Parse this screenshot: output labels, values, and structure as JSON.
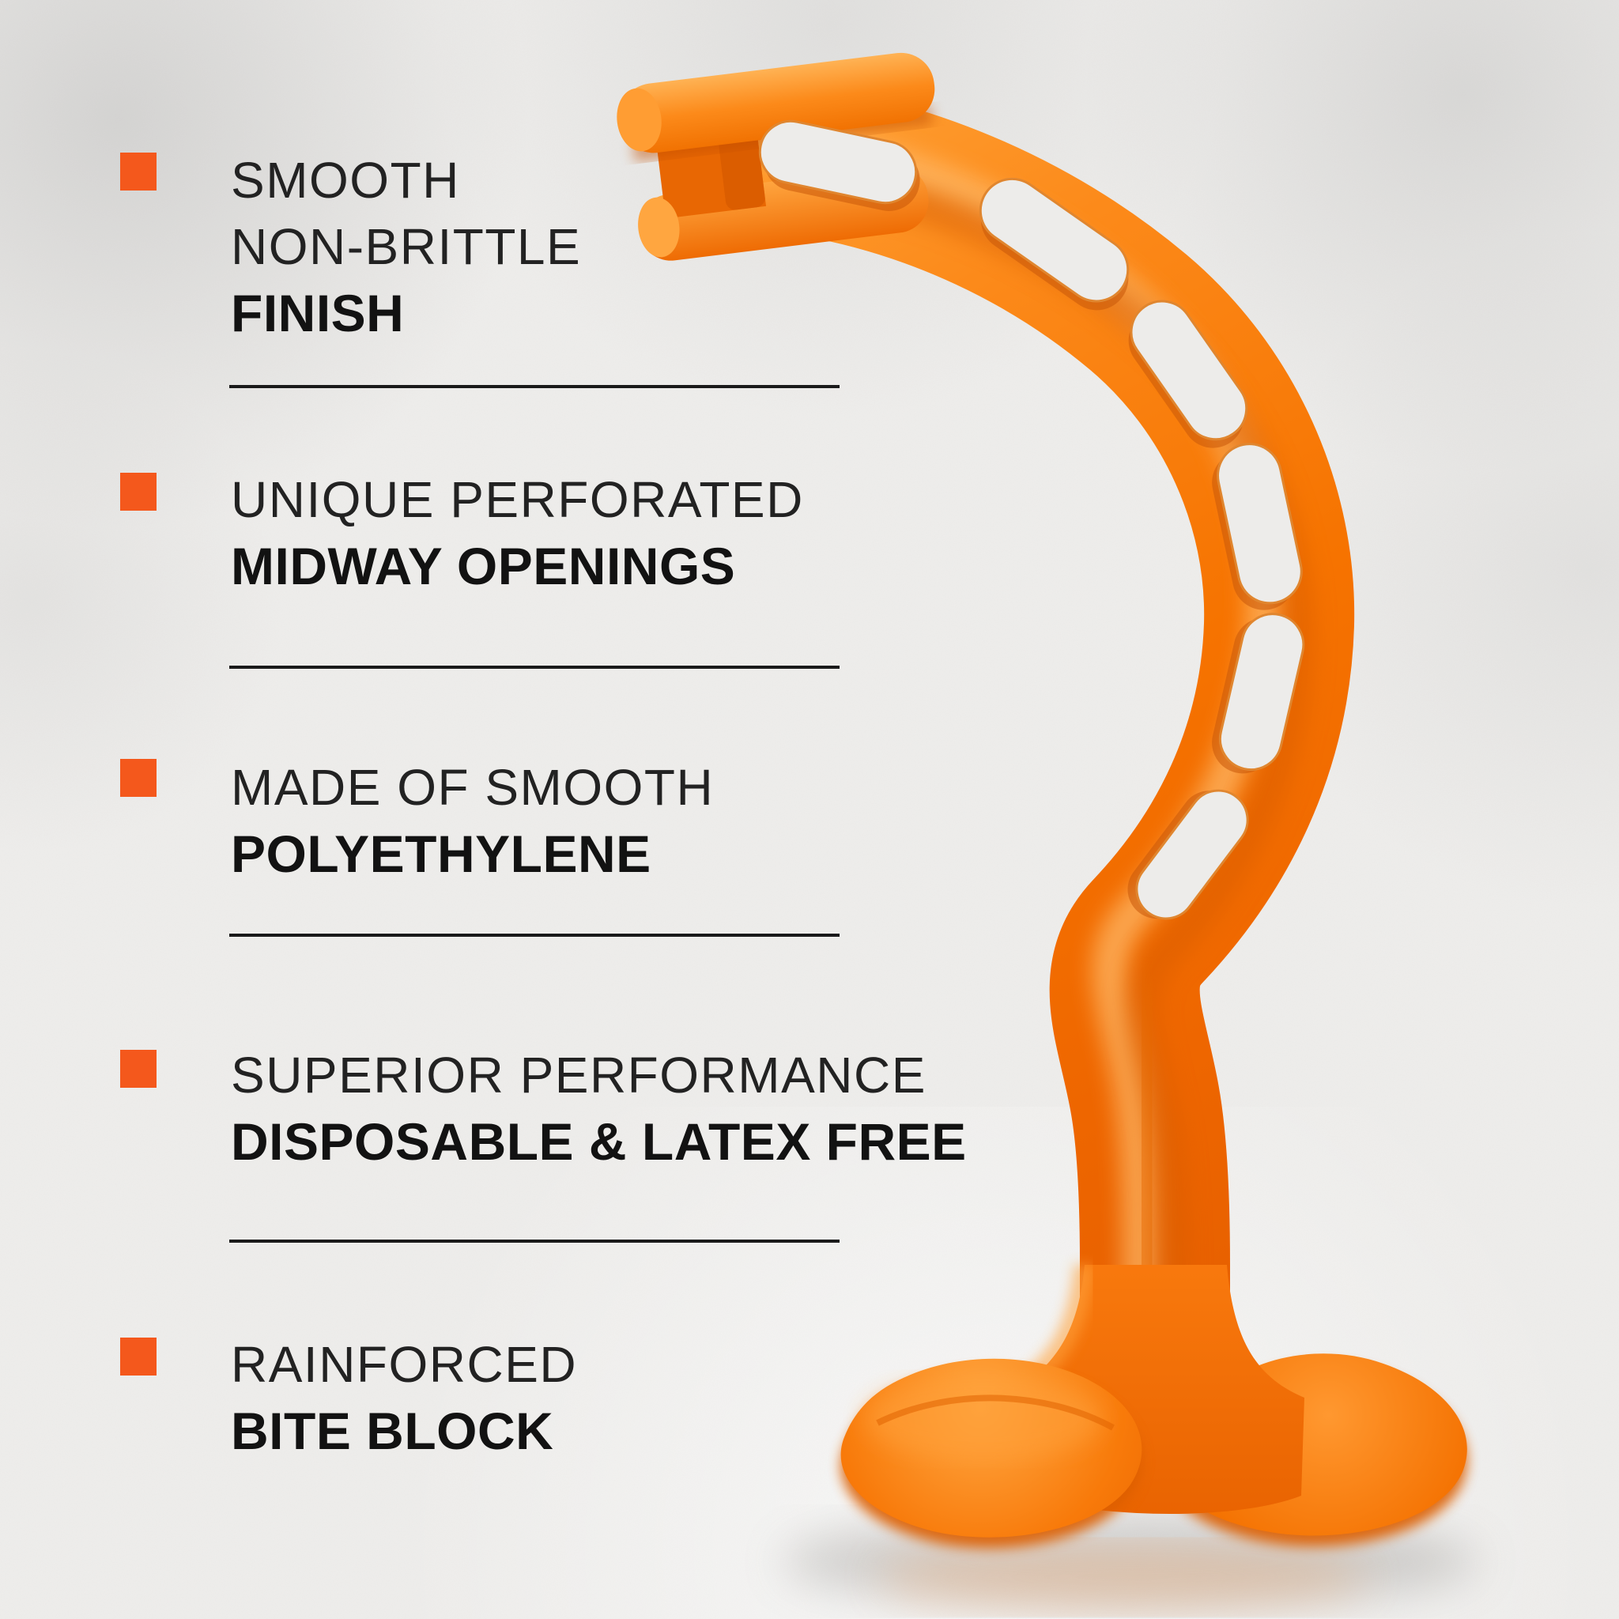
{
  "features": [
    {
      "regular": "SMOOTH",
      "regular2": "NON-BRITTLE",
      "bold": "FINISH"
    },
    {
      "regular": "UNIQUE PERFORATED",
      "bold": "MIDWAY OPENINGS"
    },
    {
      "regular": "MADE OF SMOOTH",
      "bold": "POLYETHYLENE"
    },
    {
      "regular": "SUPERIOR PERFORMANCE",
      "bold": "DISPOSABLE & LATEX FREE"
    },
    {
      "regular": "RAINFORCED",
      "bold": "BITE BLOCK"
    }
  ],
  "colors": {
    "accent_square": "#F4581C",
    "device_orange": "#FB7D14",
    "device_highlight": "#FFB963",
    "device_shadow": "#D85C00",
    "text": "#1C1C1C",
    "background": "#EFEEEC",
    "divider": "#1A1A1A"
  },
  "icons": {
    "bullet": "orange-square-bullet"
  }
}
